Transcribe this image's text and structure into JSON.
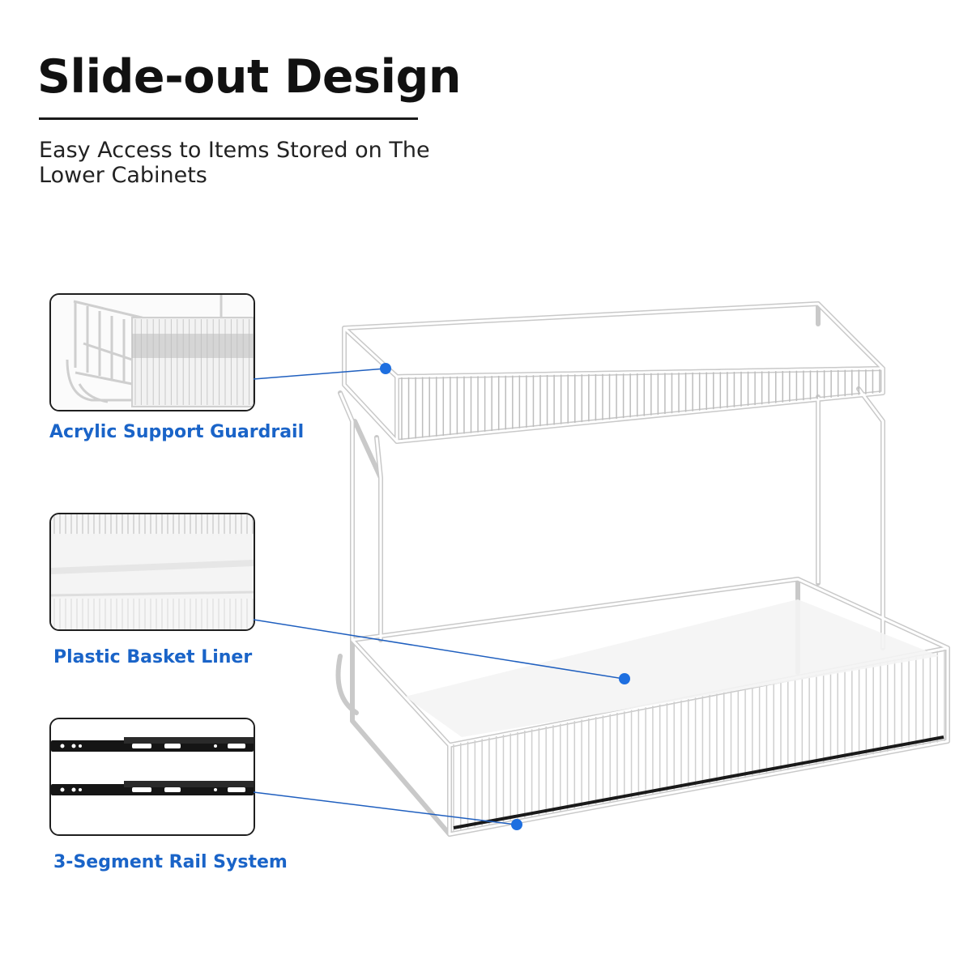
{
  "header": {
    "title": "Slide-out Design",
    "subtitle": "Easy Access to Items Stored on The Lower Cabinets"
  },
  "callouts": [
    {
      "label": "Acrylic Support  Guardrail",
      "image": "guardrail-closeup"
    },
    {
      "label": "Plastic Basket Liner",
      "image": "basket-liner-closeup"
    },
    {
      "label": "3-Segment Rail System",
      "image": "rail-system-closeup"
    }
  ],
  "colors": {
    "accent": "#1a64c8",
    "leader_line": "#1f5fbf",
    "marker_dot": "#1e6fe0",
    "title": "#111111",
    "wire": "#ffffff",
    "wire_outline": "#c9c9c9"
  }
}
